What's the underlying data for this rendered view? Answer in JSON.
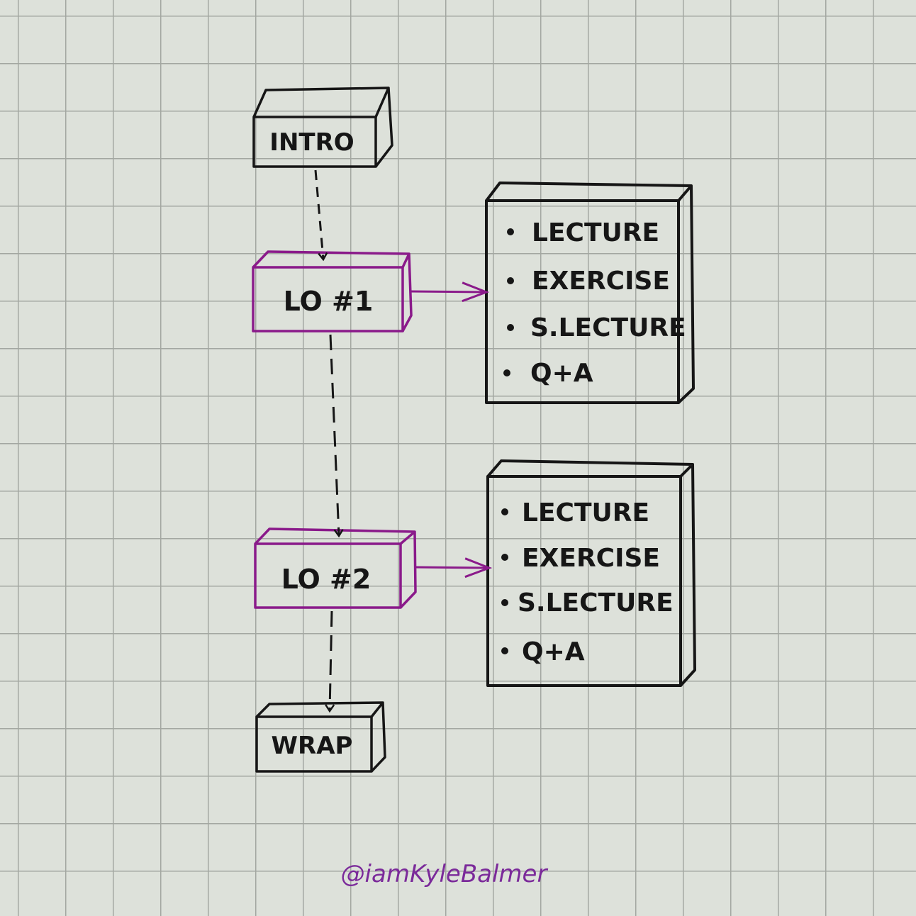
{
  "colors": {
    "ink": "#161616",
    "accent": "#8a1a8a",
    "paper": "#dde1da",
    "grid": "#a3a7a1"
  },
  "nodes": {
    "intro": "INTRO",
    "lo1": "LO #1",
    "lo2": "LO #2",
    "wrap": "WRAP"
  },
  "lists": [
    {
      "items": [
        "LECTURE",
        "EXERCISE",
        "S.LECTURE",
        "Q+A"
      ]
    },
    {
      "items": [
        "LECTURE",
        "EXERCISE",
        "S.LECTURE",
        "Q+A"
      ]
    }
  ],
  "signature": "@iamKyleBalmer"
}
